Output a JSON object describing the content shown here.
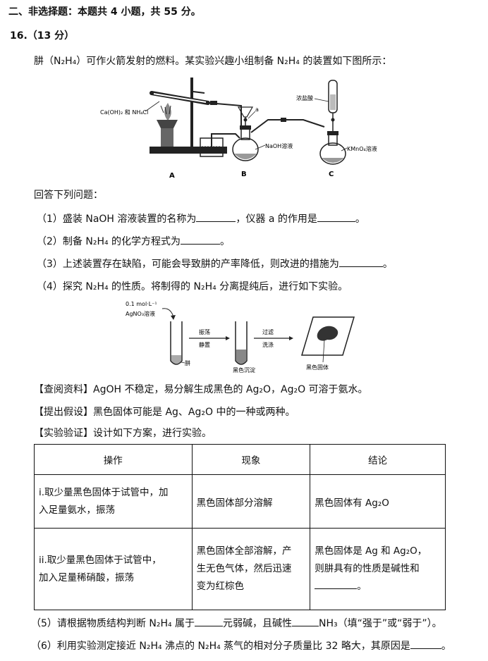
{
  "section_header": "二、非选择题：本题共 4 小题，共 55 分。",
  "question": {
    "number": "16.（13 分）",
    "intro": "肼（N₂H₄）可作火箭发射的燃料。某实验兴趣小组制备 N₂H₄ 的装置如下图所示：",
    "apparatus_labels": {
      "reagent_a": "Ca(OH)₂ 和 NH₄Cl",
      "valve_a": "a",
      "naoh": "NaOH溶液",
      "hcl": "浓盐酸",
      "kmno4": "KMnO₄溶液",
      "A": "A",
      "B": "B",
      "C": "C"
    },
    "answer_prompt": "回答下列问题：",
    "q1_part1": "（1）盛装 NaOH 溶液装置的名称为",
    "q1_part2": "，仪器 a 的作用是",
    "q1_end": "。",
    "q2_part1": "（2）制备 N₂H₄ 的化学方程式为",
    "q2_end": "。",
    "q3_part1": "（3）上述装置存在缺陷，可能会导致肼的产率降低，则改进的措施为",
    "q3_end": "。",
    "q4": "（4）探究 N₂H₄ 的性质。将制得的 N₂H₄ 分离提纯后，进行如下实验。",
    "experiment_labels": {
      "conc": "0.1 mol·L⁻¹",
      "agno3": "AgNO₃溶液",
      "step1_top": "振荡",
      "step1_bottom": "静置",
      "step2_top": "过滤",
      "step2_bottom": "洗涤",
      "hydrazine": "肼",
      "black_precipitate": "黑色沉淀",
      "black_solid": "黑色固体"
    },
    "info_tag": "【查阅资料】",
    "info_text": "AgOH 不稳定，易分解生成黑色的 Ag₂O，Ag₂O 可溶于氨水。",
    "hyp_tag": "【提出假设】",
    "hyp_text": "黑色固体可能是 Ag、Ag₂O 中的一种或两种。",
    "ver_tag": "【实验验证】",
    "ver_text": "设计如下方案，进行实验。",
    "table": {
      "headers": [
        "操作",
        "现象",
        "结论"
      ],
      "row1": {
        "op_line1": "i.取少量黑色固体于试管中，加",
        "op_line2": "入足量氨水，振荡",
        "phenomenon": "黑色固体部分溶解",
        "conclusion": "黑色固体有 Ag₂O"
      },
      "row2": {
        "op_line1": "ii.取少量黑色固体于试管中，",
        "op_line2": "加入足量稀硝酸，振荡",
        "ph_line1": "黑色固体全部溶解，产",
        "ph_line2": "生无色气体，然后迅速",
        "ph_line3": "变为红棕色",
        "con_line1": "黑色固体是 Ag 和 Ag₂O，",
        "con_line2": "则肼具有的性质是碱性和",
        "con_end": "。"
      }
    },
    "q5_part1": "（5）请根据物质结构判断 N₂H₄ 属于",
    "q5_part2": "元弱碱，且碱性",
    "q5_part3": "NH₃（填“强于”或“弱于”）。",
    "q6_part1": "（6）利用实验测定接近 N₂H₄ 沸点的 N₂H₄ 蒸气的相对分子质量比 32 略大，其原因是",
    "q6_end": "。"
  }
}
